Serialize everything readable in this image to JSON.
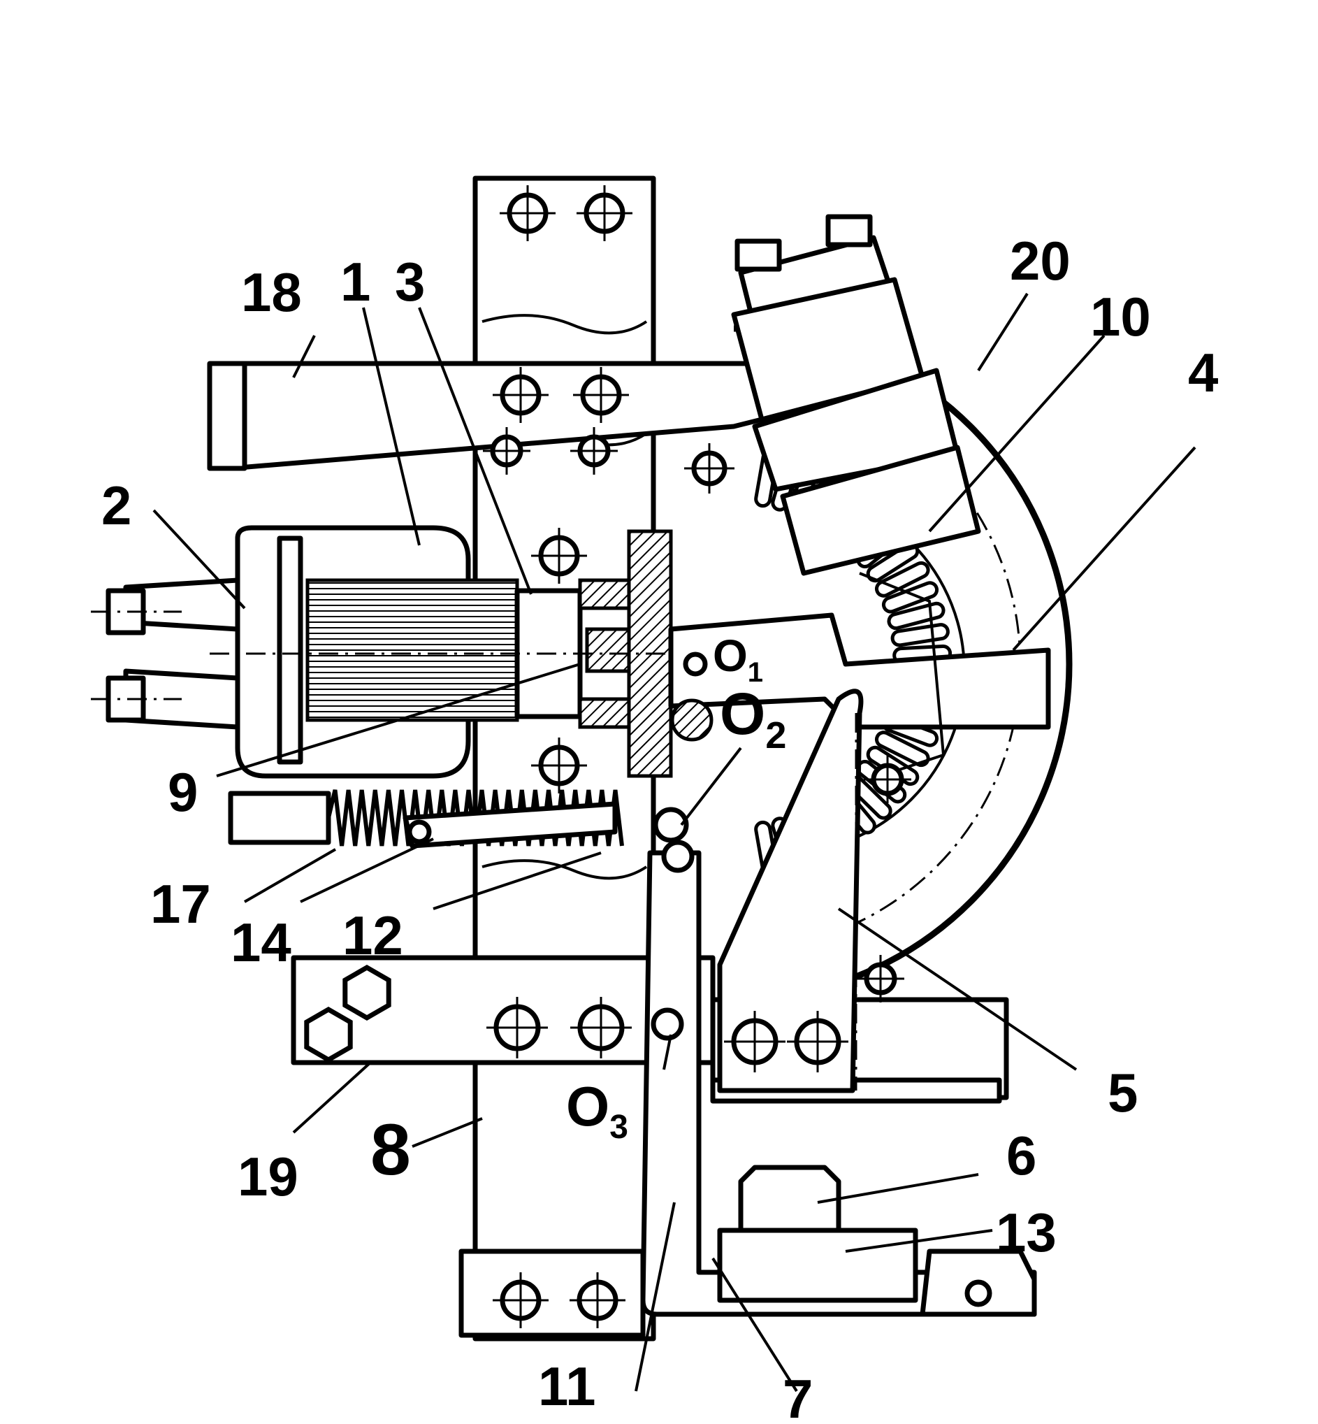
{
  "diagram": {
    "part_labels": {
      "n1": "1",
      "n2": "2",
      "n3": "3",
      "n4": "4",
      "n5": "5",
      "n6": "6",
      "n7": "7",
      "n8": "8",
      "n9": "9",
      "n10": "10",
      "n11": "11",
      "n12": "12",
      "n13": "13",
      "n14": "14",
      "n17": "17",
      "n18": "18",
      "n19": "19",
      "n20": "20"
    },
    "pivots": {
      "o1": {
        "letter": "O",
        "index": "1"
      },
      "o2": {
        "letter": "O",
        "index": "2"
      },
      "o3": {
        "letter": "O",
        "index": "3"
      }
    },
    "unlabeled_leader_12": "12"
  }
}
